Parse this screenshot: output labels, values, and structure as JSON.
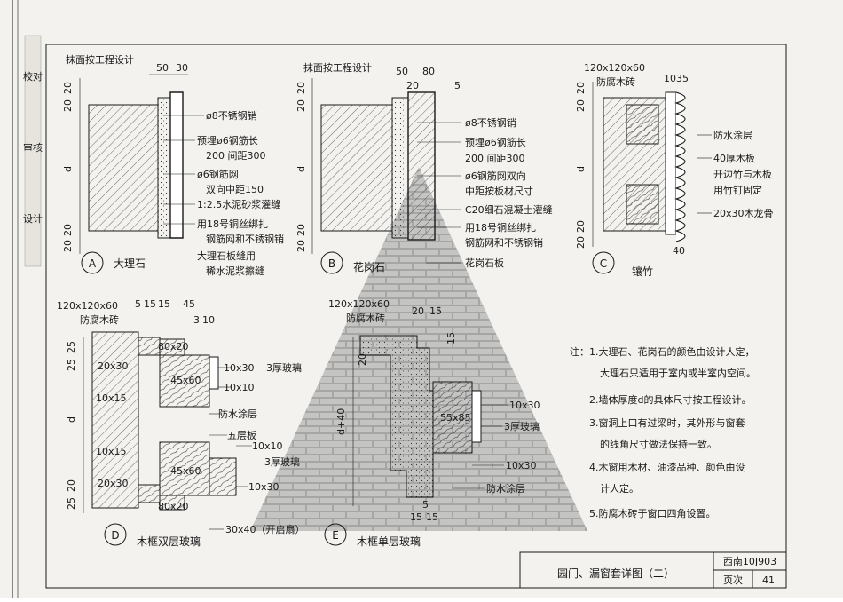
{
  "margin_strip": [
    "校对",
    "审核",
    "设计"
  ],
  "detail_a": {
    "id": "A",
    "name": "大理石",
    "top_label": "抹面按工程设计",
    "dims_top": [
      "50",
      "30"
    ],
    "dims_left": [
      "20",
      "20",
      "d",
      "20",
      "20"
    ],
    "notes": [
      "ø8不锈钢销",
      "预埋ø6钢筋长",
      "200 间距300",
      "ø6钢筋网",
      "双向中距150",
      "1:2.5水泥砂浆灌缝",
      "用18号铜丝绑扎",
      "钢筋网和不锈钢销",
      "大理石板缝用",
      "稀水泥浆擦缝"
    ]
  },
  "detail_b": {
    "id": "B",
    "name": "花岗石",
    "top_label": "抹面按工程设计",
    "dims_top": [
      "50",
      "80",
      "20",
      "5"
    ],
    "dims_left": [
      "20",
      "20",
      "d",
      "20",
      "20"
    ],
    "notes": [
      "ø8不锈钢销",
      "预埋ø6钢筋长",
      "200 间距300",
      "ø6钢筋网双向",
      "中距按板材尺寸",
      "C20细石混凝土灌缝",
      "用18号铜丝绑扎",
      "钢筋网和不锈钢销",
      "花岗石板"
    ]
  },
  "detail_c": {
    "id": "C",
    "name": "镶竹",
    "top_label_1": "120x120x60",
    "top_label_2": "防腐木砖",
    "dims_top": [
      "10",
      "35"
    ],
    "dims_left": [
      "20",
      "20",
      "d",
      "20",
      "20"
    ],
    "dim_bottom": "40",
    "notes": [
      "防水涂层",
      "40厚木板",
      "开边竹与木板",
      "用竹钉固定",
      "20x30木龙骨"
    ]
  },
  "detail_d": {
    "id": "D",
    "name": "木框双层玻璃",
    "top_label_1": "120x120x60",
    "top_label_2": "防腐木砖",
    "dims_top": [
      "5",
      "15",
      "15",
      "45",
      "3",
      "10"
    ],
    "dims_left": [
      "25",
      "25",
      "d",
      "20",
      "25"
    ],
    "labels": [
      "80x20",
      "20x30",
      "45x60",
      "10x15",
      "10x15",
      "45x60",
      "20x30",
      "80x20"
    ],
    "notes": [
      "10x30",
      "3厚玻璃",
      "10x10",
      "防水涂层",
      "五层板",
      "10x10",
      "3厚玻璃",
      "10x30",
      "30x40（开启扇）"
    ]
  },
  "detail_e": {
    "id": "E",
    "name": "木框单层玻璃",
    "top_label_1": "120x120x60",
    "top_label_2": "防腐木砖",
    "dims_top": [
      "20",
      "15"
    ],
    "dims_side": [
      "15",
      "20",
      "d+40"
    ],
    "label_block": "55x85",
    "dims_bottom": [
      "5",
      "15",
      "15"
    ],
    "notes": [
      "10x30",
      "3厚玻璃",
      "10x30",
      "防水涂层"
    ]
  },
  "notes_block": {
    "head": "注：",
    "items": [
      "1.大理石、花岗石的颜色由设计人定，",
      "大理石只适用于室内或半室内空间。",
      "2.墙体厚度d的具体尺寸按工程设计。",
      "3.窗洞上口有过梁时，其外形与窗套",
      "的线角尺寸做法保持一致。",
      "4.木窗用木材、油漆品种、颜色由设",
      "计人定。",
      "5.防腐木砖于窗口四角设置。"
    ]
  },
  "title_block": {
    "title": "园门、漏窗套详图（二）",
    "atlas": "西南10J903",
    "page_label": "页次",
    "page_no": "41"
  },
  "colors": {
    "paper": "#f3f2ee",
    "ink": "#1a1a1a",
    "watermark": "#8a8a8a"
  }
}
